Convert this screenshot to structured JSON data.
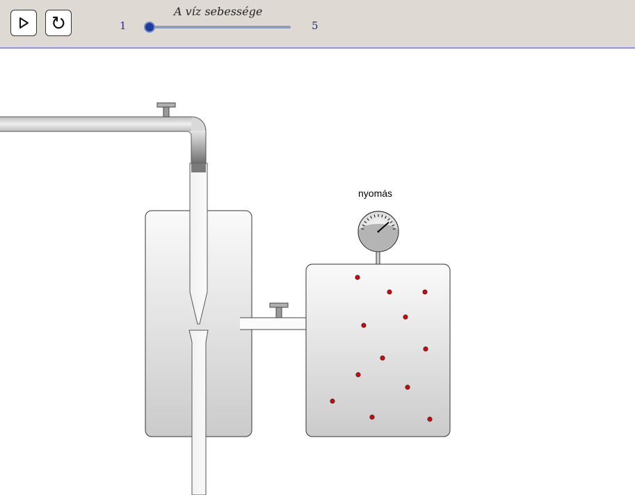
{
  "toolbar": {
    "play_button": "play",
    "reset_button": "reset",
    "slider": {
      "title": "A víz sebessége",
      "min_label": "1",
      "max_label": "5",
      "value": 1
    }
  },
  "scene": {
    "gauge_label": "nyomás",
    "gauge_needle_level": 0.8,
    "colors": {
      "toolbar_bg": "#dedad3",
      "toolbar_border": "#8f8ff2",
      "slider_accent": "#1d3c98",
      "particles": "#dd0000"
    }
  },
  "icons": [
    "play-icon",
    "reset-icon",
    "valve-handle-icon",
    "pressure-gauge-icon"
  ]
}
